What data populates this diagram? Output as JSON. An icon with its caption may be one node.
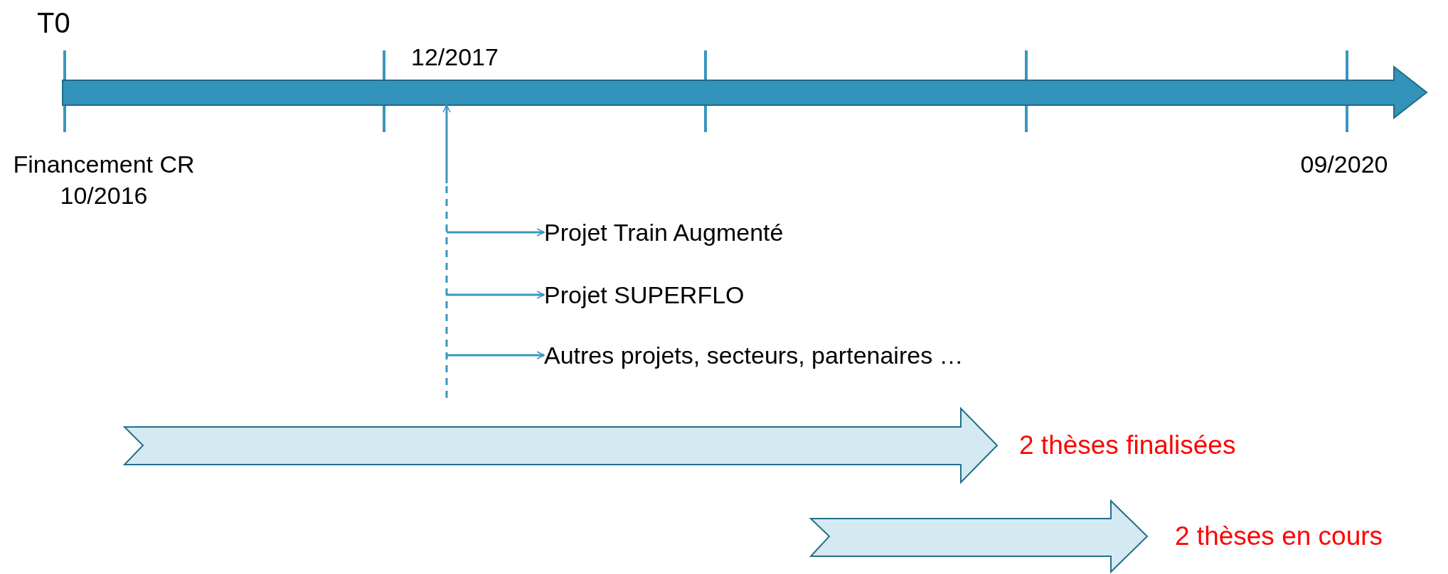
{
  "diagram": {
    "nodes": [
      {
        "text": [],
        "shape": "bar"
      },
      {
        "text": [
          "Projet Train Augmenté"
        ]
      },
      {
        "text": [
          "Projet SUPERFLO"
        ]
      },
      {
        "text": [
          "Autres projets, secteurs, partenaires …"
        ]
      },
      {
        "text": [],
        "shape": "arrow",
        "beside": [
          "2 thèses finalisées"
        ]
      },
      {
        "text": [],
        "shape": "arrow",
        "beside": [
          "2 thèses en cours"
        ]
      }
    ],
    "edges": [
      {
        "from": null,
        "to": 0,
        "arrow": "to"
      },
      {
        "from": null,
        "to": 1,
        "arrow": "to"
      },
      {
        "from": null,
        "to": 2,
        "arrow": "to"
      },
      {
        "from": null,
        "to": 3,
        "arrow": "to"
      }
    ],
    "labels": [
      "T0",
      "12/2017",
      "Financement CR",
      "10/2016",
      "09/2020"
    ]
  }
}
